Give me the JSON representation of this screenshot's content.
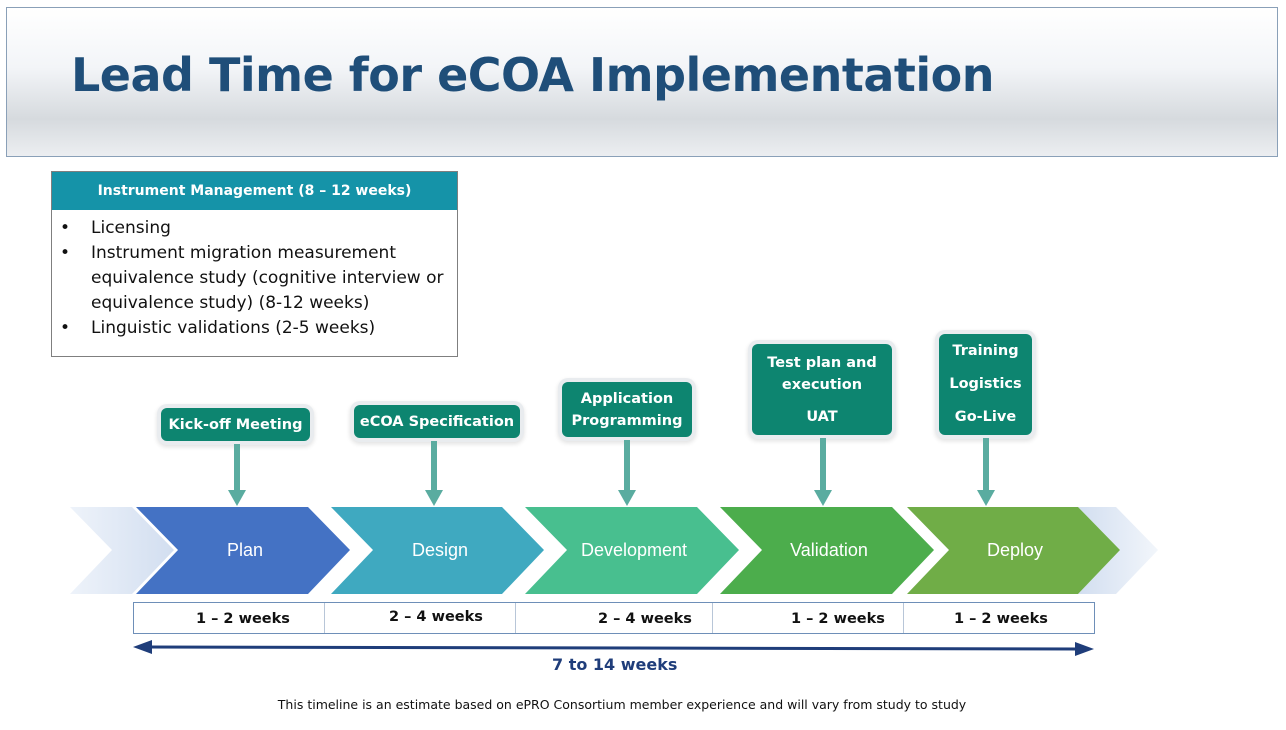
{
  "title": "Lead Time for eCOA Implementation",
  "instrument_management": {
    "header": "Instrument Management (8 – 12 weeks)",
    "items": [
      "Licensing",
      "Instrument migration measurement equivalence study (cognitive interview or equivalence study) (8-12 weeks)",
      "Linguistic validations (2-5 weeks)"
    ]
  },
  "callouts": {
    "kickoff": "Kick-off Meeting",
    "specification": "eCOA Specification",
    "programming_line1": "Application",
    "programming_line2": "Programming",
    "validation_line1": "Test plan and",
    "validation_line2": "execution",
    "validation_line3": "UAT",
    "deploy_line1": "Training",
    "deploy_line2": "Logistics",
    "deploy_line3": "Go-Live"
  },
  "phases": [
    "Plan",
    "Design",
    "Development",
    "Validation",
    "Deploy"
  ],
  "phase_colors": [
    "#4472c4",
    "#3fa9c0",
    "#48bf8f",
    "#4cad4c",
    "#70ad47"
  ],
  "durations": [
    "1 – 2 weeks",
    "2 – 4 weeks",
    "2 – 4 weeks",
    "1 – 2 weeks",
    "1 – 2  weeks"
  ],
  "total_duration": "7 to 14 weeks",
  "footnote": "This timeline is an estimate based on ePRO Consortium member experience and will vary from study to study"
}
